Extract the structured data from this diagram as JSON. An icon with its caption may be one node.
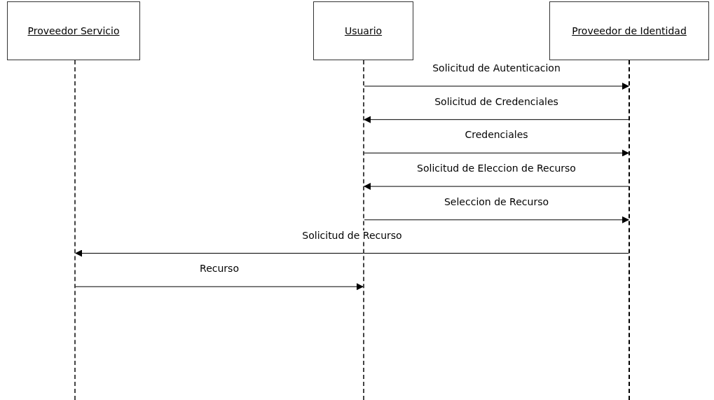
{
  "diagram": {
    "nodes": [
      {
        "text": [
          "Proveedor Servicio"
        ]
      },
      {
        "text": [
          "Usuario"
        ]
      },
      {
        "text": [
          "Proveedor de Identidad"
        ]
      },
      {
        "text": [],
        "shape": "line"
      },
      {
        "text": [],
        "shape": "line"
      },
      {
        "text": [],
        "shape": "line"
      }
    ],
    "edges": [
      {
        "from": 4,
        "to": 5,
        "arrow": "to",
        "label": "Solicitud de Autenticacion"
      },
      {
        "from": 5,
        "to": 4,
        "arrow": "to",
        "label": "Solicitud de Credenciales"
      },
      {
        "from": 4,
        "to": 5,
        "arrow": "to",
        "label": "Credenciales"
      },
      {
        "from": 5,
        "to": 4,
        "arrow": "to",
        "label": "Solicitud de Eleccion de Recurso"
      },
      {
        "from": 4,
        "to": 5,
        "arrow": "to",
        "label": "Seleccion de Recurso"
      },
      {
        "from": 5,
        "to": 3,
        "arrow": "to",
        "label": "Solicitud de Recurso"
      },
      {
        "from": 3,
        "to": 4,
        "arrow": "to",
        "label": "Recurso"
      }
    ]
  }
}
